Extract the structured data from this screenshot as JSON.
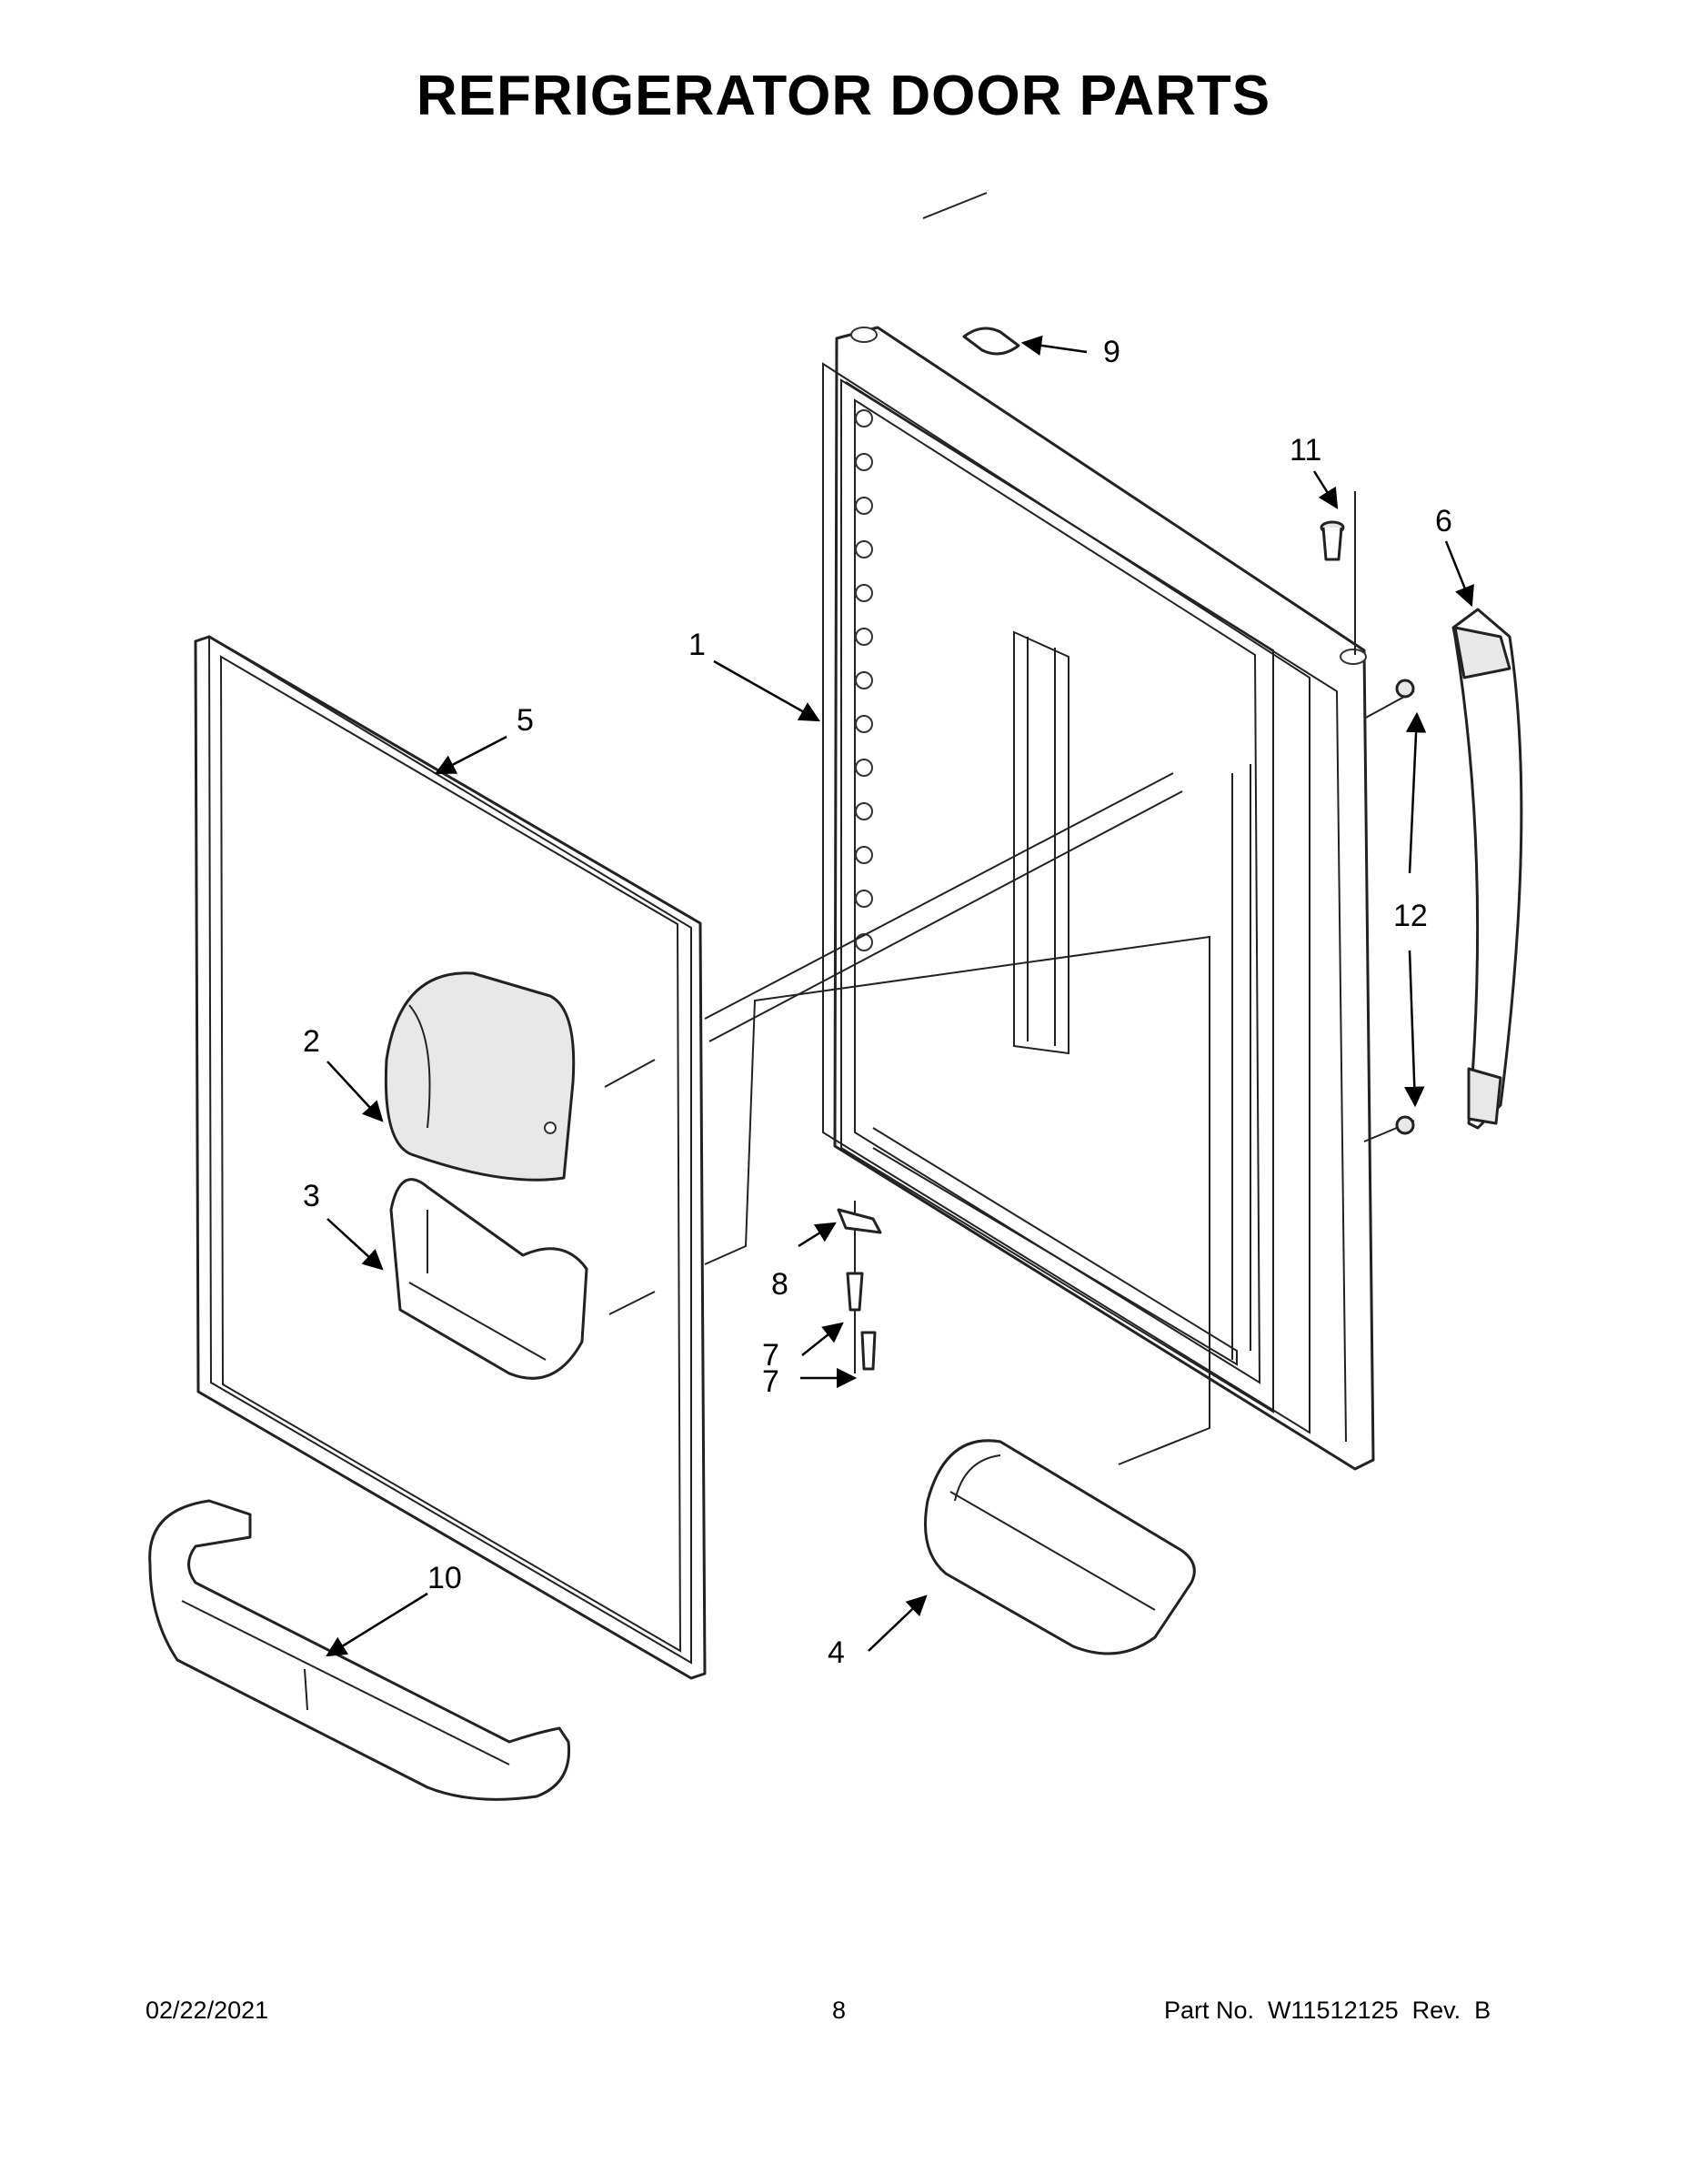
{
  "title": "REFRIGERATOR DOOR PARTS",
  "callouts": {
    "c1": "1",
    "c2": "2",
    "c3": "3",
    "c4": "4",
    "c5": "5",
    "c6": "6",
    "c7a": "7",
    "c7b": "7",
    "c8": "8",
    "c9": "9",
    "c10": "10",
    "c11": "11",
    "c12": "12"
  },
  "footer": {
    "date": "02/22/2021",
    "page": "8",
    "part_no": "Part No.  W11512125  Rev.  B"
  }
}
